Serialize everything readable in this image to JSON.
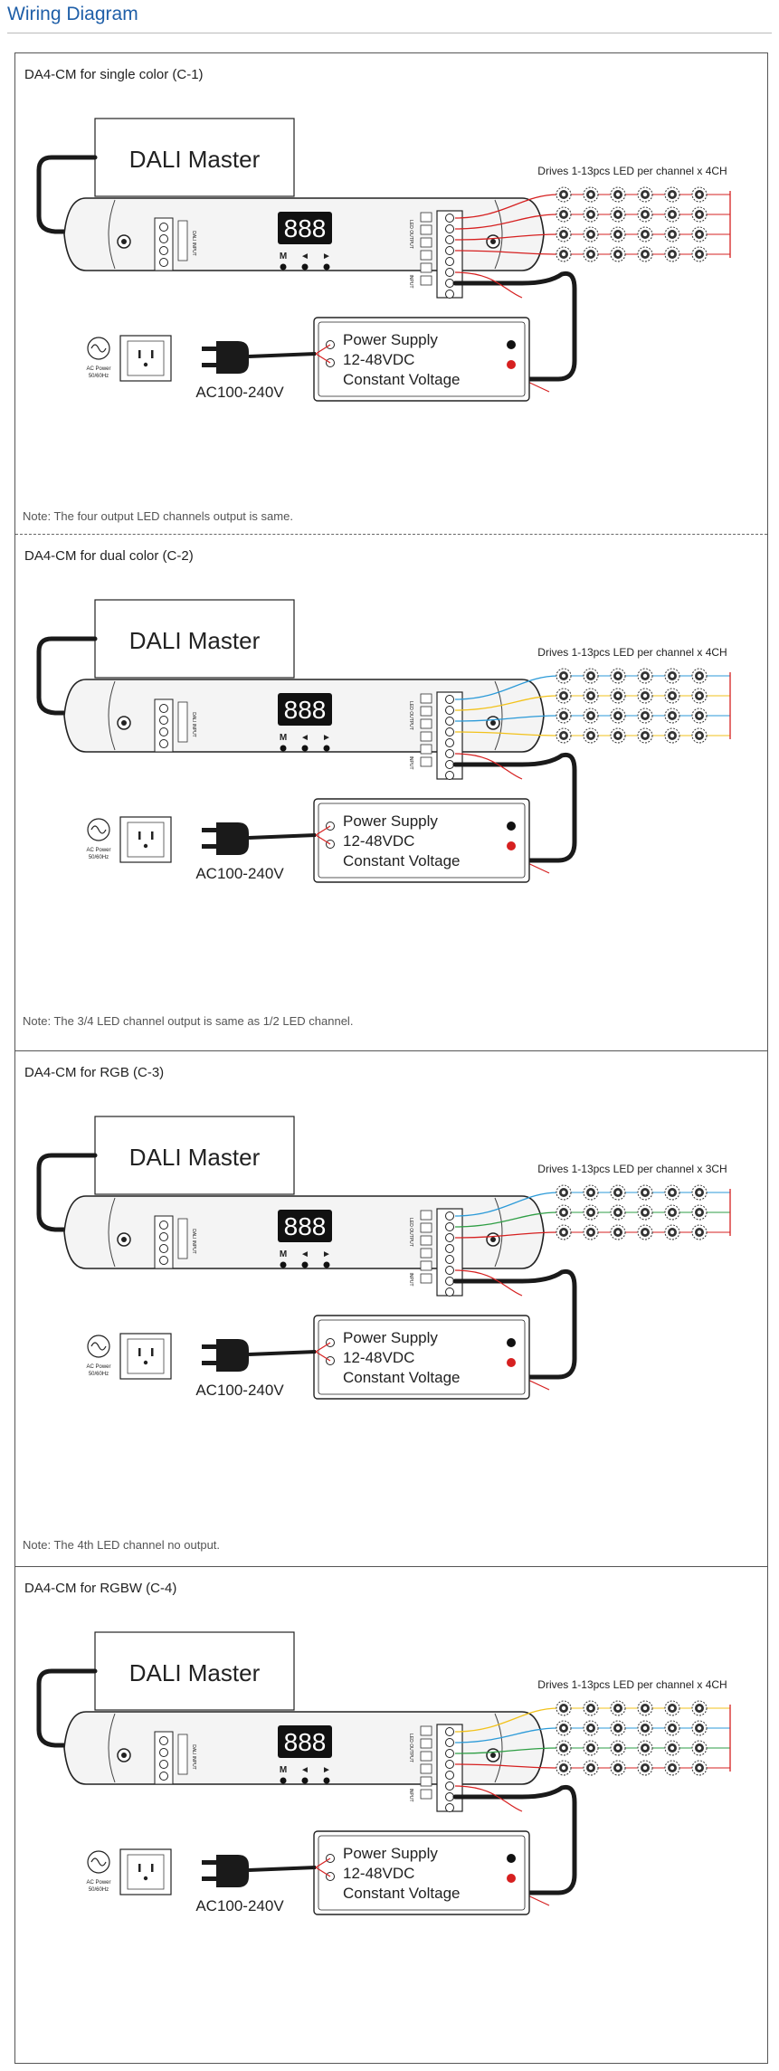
{
  "page_title": "Wiring Diagram",
  "diagrams": [
    {
      "title": "DA4-CM for single color (C-1)",
      "note": "Note: The four output LED channels output is same.",
      "leds_label": "Drives 1-13pcs LED per channel x 4CH",
      "led_colors": [
        "#d62020",
        "#d62020",
        "#d62020",
        "#d62020"
      ]
    },
    {
      "title": "DA4-CM for dual color (C-2)",
      "note": "Note: The 3/4 LED channel output is same as 1/2 LED channel.",
      "leds_label": "Drives 1-13pcs LED per channel x 4CH",
      "led_colors": [
        "#2b9ad8",
        "#f2c21b",
        "#2b9ad8",
        "#f2c21b"
      ]
    },
    {
      "title": "DA4-CM for RGB (C-3)",
      "note": "Note: The 4th LED channel no output.",
      "leds_label": "Drives 1-13pcs LED per channel x 3CH",
      "led_colors": [
        "#2b9ad8",
        "#2e9e44",
        "#d62020"
      ]
    },
    {
      "title": "DA4-CM for RGBW (C-4)",
      "note": "",
      "leds_label": "Drives 1-13pcs LED per channel x 4CH",
      "led_colors": [
        "#f2c21b",
        "#2b9ad8",
        "#2e9e44",
        "#d62020"
      ]
    }
  ],
  "labels": {
    "dali_master": "DALI Master",
    "ps_line1": "Power Supply",
    "ps_line2": "12-48VDC",
    "ps_line3": "Constant Voltage",
    "ac_voltage": "AC100-240V",
    "ac_power_1": "AC Power",
    "ac_power_2": "50/60Hz",
    "display": "888",
    "btn_m": "M",
    "btn_left": "◄",
    "btn_right": "►",
    "dali_input": "DALI INPUT",
    "led_output": "LED OUTPUT",
    "power_input": "INPUT"
  },
  "colors": {
    "title_blue": "#1f5fa8",
    "wire_red": "#d62020",
    "wire_black": "#222222"
  }
}
